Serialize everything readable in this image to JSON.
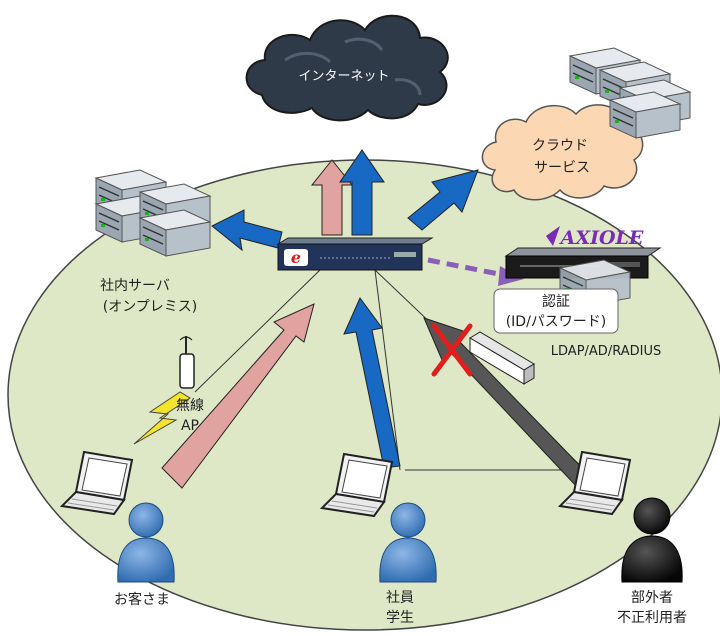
{
  "nodes": {
    "internet": {
      "label": "インターネット"
    },
    "cloud_service": {
      "line1": "クラウド",
      "line2": "サービス"
    },
    "onprem_server": {
      "line1": "社内サーバ",
      "line2": "(オンプレミス)"
    },
    "wireless_ap": {
      "line1": "無線",
      "line2": "AP"
    },
    "auth": {
      "brand": "AXIOLE",
      "box_line1": "認証",
      "box_line2": "(ID/パスワード)",
      "protocols": "LDAP/AD/RADIUS"
    },
    "guest": {
      "label": "お客さま"
    },
    "employee": {
      "line1": "社員",
      "line2": "学生"
    },
    "outsider": {
      "line1": "部外者",
      "line2": "不正利用者"
    }
  },
  "colors": {
    "zone_fill": "#dfe8c6",
    "cloud_dark": "#2e3a48",
    "cloud_orange": "#fbd7b3",
    "arrow_blue": "#1769c4",
    "arrow_pink": "#e0a3a0",
    "arrow_gray": "#565656",
    "arrow_dashed": "#8a5fb7",
    "deny_cross": "#e11d1d",
    "person_blue": "#4d86c8",
    "person_black": "#111111"
  }
}
